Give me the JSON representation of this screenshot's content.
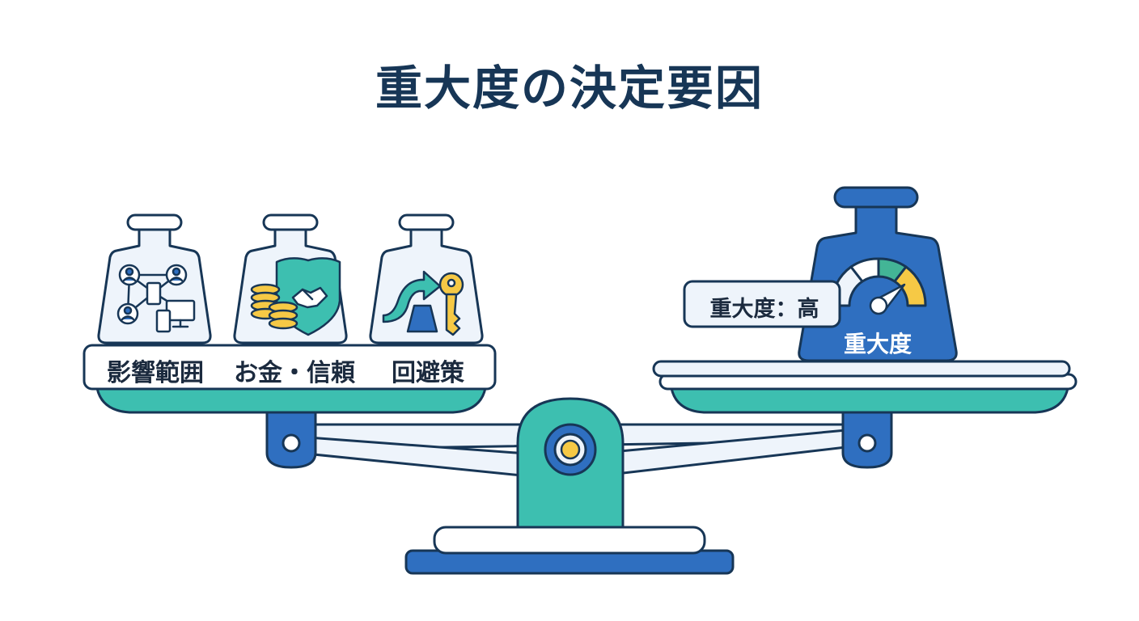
{
  "title": "重大度の決定要因",
  "left_pan": {
    "labels": [
      "影響範囲",
      "お金・信頼",
      "回避策"
    ],
    "weight_icons": [
      "network-devices-icon",
      "coins-shield-handshake-icon",
      "arrow-key-icon"
    ]
  },
  "right_pan": {
    "weight_label": "重大度",
    "severity_tag": "重大度：高",
    "weight_icon": "severity-gauge-icon"
  },
  "colors": {
    "navy": "#173656",
    "blue": "#2f6fc0",
    "teal": "#3dbfb0",
    "yellow": "#f6c945",
    "gauge_green": "#43b596",
    "light_fill": "#eef4fb"
  }
}
